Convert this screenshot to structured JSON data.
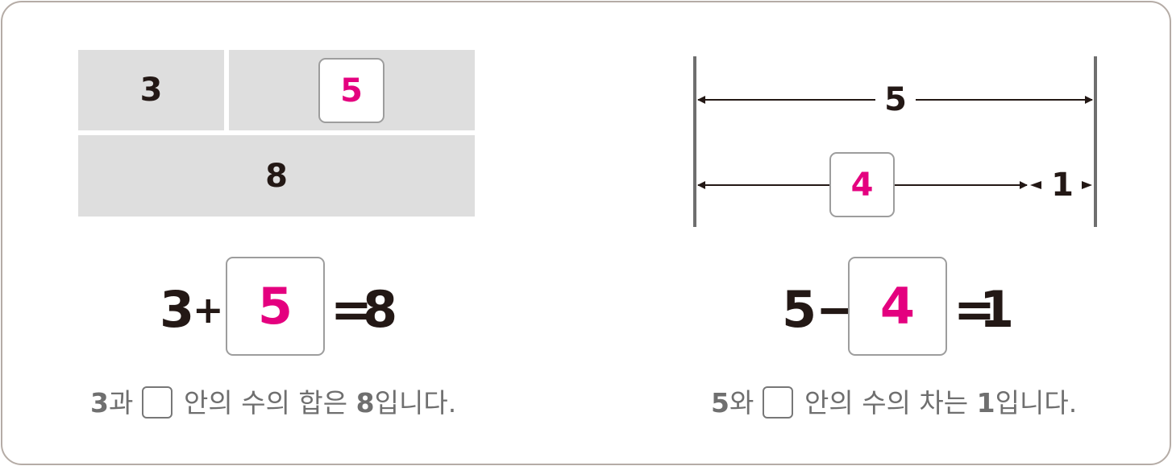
{
  "left": {
    "bar_top": [
      "3",
      "5"
    ],
    "bar_bottom": "8",
    "equation": {
      "a": "3",
      "op": "+",
      "answer": "5",
      "eq": "=",
      "result": "8"
    },
    "caption": {
      "num1": "3",
      "t1": "과",
      "t2": "안의 수의 합은",
      "num2": "8",
      "t3": "입니다."
    }
  },
  "right": {
    "top_label": "5",
    "box_label": "4",
    "small_label": "1",
    "equation": {
      "a": "5",
      "op": "−",
      "answer": "4",
      "eq": "=",
      "result": "1"
    },
    "caption": {
      "num1": "5",
      "t1": "와",
      "t2": "안의 수의 차는",
      "num2": "1",
      "t3": "입니다."
    }
  },
  "colors": {
    "answer": "#e4007f",
    "bar": "#dedede",
    "text": "#231815",
    "caption": "#6f6f6f"
  }
}
